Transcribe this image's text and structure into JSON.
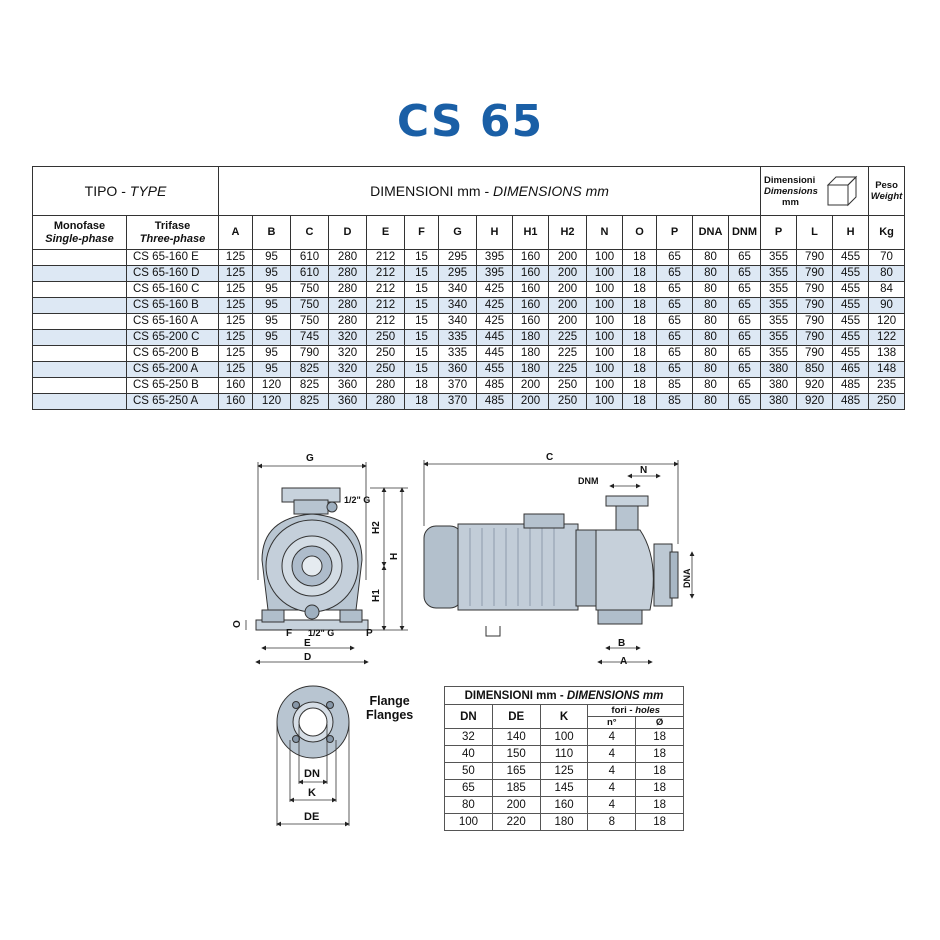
{
  "title": "CS 65",
  "spec": {
    "type_header": "TIPO - ",
    "type_header_en": "TYPE",
    "dims_header": "DIMENSIONI mm - ",
    "dims_header_en": "DIMENSIONS mm",
    "box_header_it": "Dimensioni",
    "box_header_en": "Dimensions",
    "box_header_unit": "mm",
    "weight_header_it": "Peso",
    "weight_header_en": "Weight",
    "single_it": "Monofase",
    "single_en": "Single-phase",
    "three_it": "Trifase",
    "three_en": "Three-phase",
    "columns": [
      "A",
      "B",
      "C",
      "D",
      "E",
      "F",
      "G",
      "H",
      "H1",
      "H2",
      "N",
      "O",
      "P",
      "DNA",
      "DNM",
      "P",
      "L",
      "H",
      "Kg"
    ],
    "rows": [
      {
        "model": "CS 65-160 E",
        "v": [
          "125",
          "95",
          "610",
          "280",
          "212",
          "15",
          "295",
          "395",
          "160",
          "200",
          "100",
          "18",
          "65",
          "80",
          "65",
          "355",
          "790",
          "455",
          "70"
        ]
      },
      {
        "model": "CS 65-160 D",
        "v": [
          "125",
          "95",
          "610",
          "280",
          "212",
          "15",
          "295",
          "395",
          "160",
          "200",
          "100",
          "18",
          "65",
          "80",
          "65",
          "355",
          "790",
          "455",
          "80"
        ]
      },
      {
        "model": "CS 65-160 C",
        "v": [
          "125",
          "95",
          "750",
          "280",
          "212",
          "15",
          "340",
          "425",
          "160",
          "200",
          "100",
          "18",
          "65",
          "80",
          "65",
          "355",
          "790",
          "455",
          "84"
        ]
      },
      {
        "model": "CS 65-160 B",
        "v": [
          "125",
          "95",
          "750",
          "280",
          "212",
          "15",
          "340",
          "425",
          "160",
          "200",
          "100",
          "18",
          "65",
          "80",
          "65",
          "355",
          "790",
          "455",
          "90"
        ]
      },
      {
        "model": "CS 65-160 A",
        "v": [
          "125",
          "95",
          "750",
          "280",
          "212",
          "15",
          "340",
          "425",
          "160",
          "200",
          "100",
          "18",
          "65",
          "80",
          "65",
          "355",
          "790",
          "455",
          "120"
        ]
      },
      {
        "model": "CS 65-200 C",
        "v": [
          "125",
          "95",
          "745",
          "320",
          "250",
          "15",
          "335",
          "445",
          "180",
          "225",
          "100",
          "18",
          "65",
          "80",
          "65",
          "355",
          "790",
          "455",
          "122"
        ]
      },
      {
        "model": "CS 65-200 B",
        "v": [
          "125",
          "95",
          "790",
          "320",
          "250",
          "15",
          "335",
          "445",
          "180",
          "225",
          "100",
          "18",
          "65",
          "80",
          "65",
          "355",
          "790",
          "455",
          "138"
        ]
      },
      {
        "model": "CS 65-200 A",
        "v": [
          "125",
          "95",
          "825",
          "320",
          "250",
          "15",
          "360",
          "455",
          "180",
          "225",
          "100",
          "18",
          "65",
          "80",
          "65",
          "380",
          "850",
          "465",
          "148"
        ]
      },
      {
        "model": "CS 65-250 B",
        "v": [
          "160",
          "120",
          "825",
          "360",
          "280",
          "18",
          "370",
          "485",
          "200",
          "250",
          "100",
          "18",
          "85",
          "80",
          "65",
          "380",
          "920",
          "485",
          "235"
        ]
      },
      {
        "model": "CS 65-250 A",
        "v": [
          "160",
          "120",
          "825",
          "360",
          "280",
          "18",
          "370",
          "485",
          "200",
          "250",
          "100",
          "18",
          "85",
          "80",
          "65",
          "380",
          "920",
          "485",
          "250"
        ]
      }
    ]
  },
  "drawing": {
    "front_labels": {
      "G": "G",
      "H": "H",
      "H1": "H1",
      "H2": "H2",
      "O": "O",
      "F": "F",
      "E": "E",
      "D": "D",
      "P": "P",
      "half_top": "1/2\" G",
      "half_bottom": "1/2\" G"
    },
    "side_labels": {
      "C": "C",
      "N": "N",
      "DNM": "DNM",
      "DNA": "DNA",
      "B": "B",
      "A": "A"
    },
    "flange_labels": {
      "DN": "DN",
      "K": "K",
      "DE": "DE"
    },
    "flange_caption_1": "Flange",
    "flange_caption_2": "Flanges"
  },
  "flanges": {
    "header_it": "DIMENSIONI mm - ",
    "header_en": "DIMENSIONS mm",
    "col_dn": "DN",
    "col_de": "DE",
    "col_k": "K",
    "holes_it": "fori",
    "holes_en": "holes",
    "col_n": "n°",
    "col_d": "Ø",
    "rows": [
      [
        "32",
        "140",
        "100",
        "4",
        "18"
      ],
      [
        "40",
        "150",
        "110",
        "4",
        "18"
      ],
      [
        "50",
        "165",
        "125",
        "4",
        "18"
      ],
      [
        "65",
        "185",
        "145",
        "4",
        "18"
      ],
      [
        "80",
        "200",
        "160",
        "4",
        "18"
      ],
      [
        "100",
        "220",
        "180",
        "8",
        "18"
      ]
    ]
  }
}
